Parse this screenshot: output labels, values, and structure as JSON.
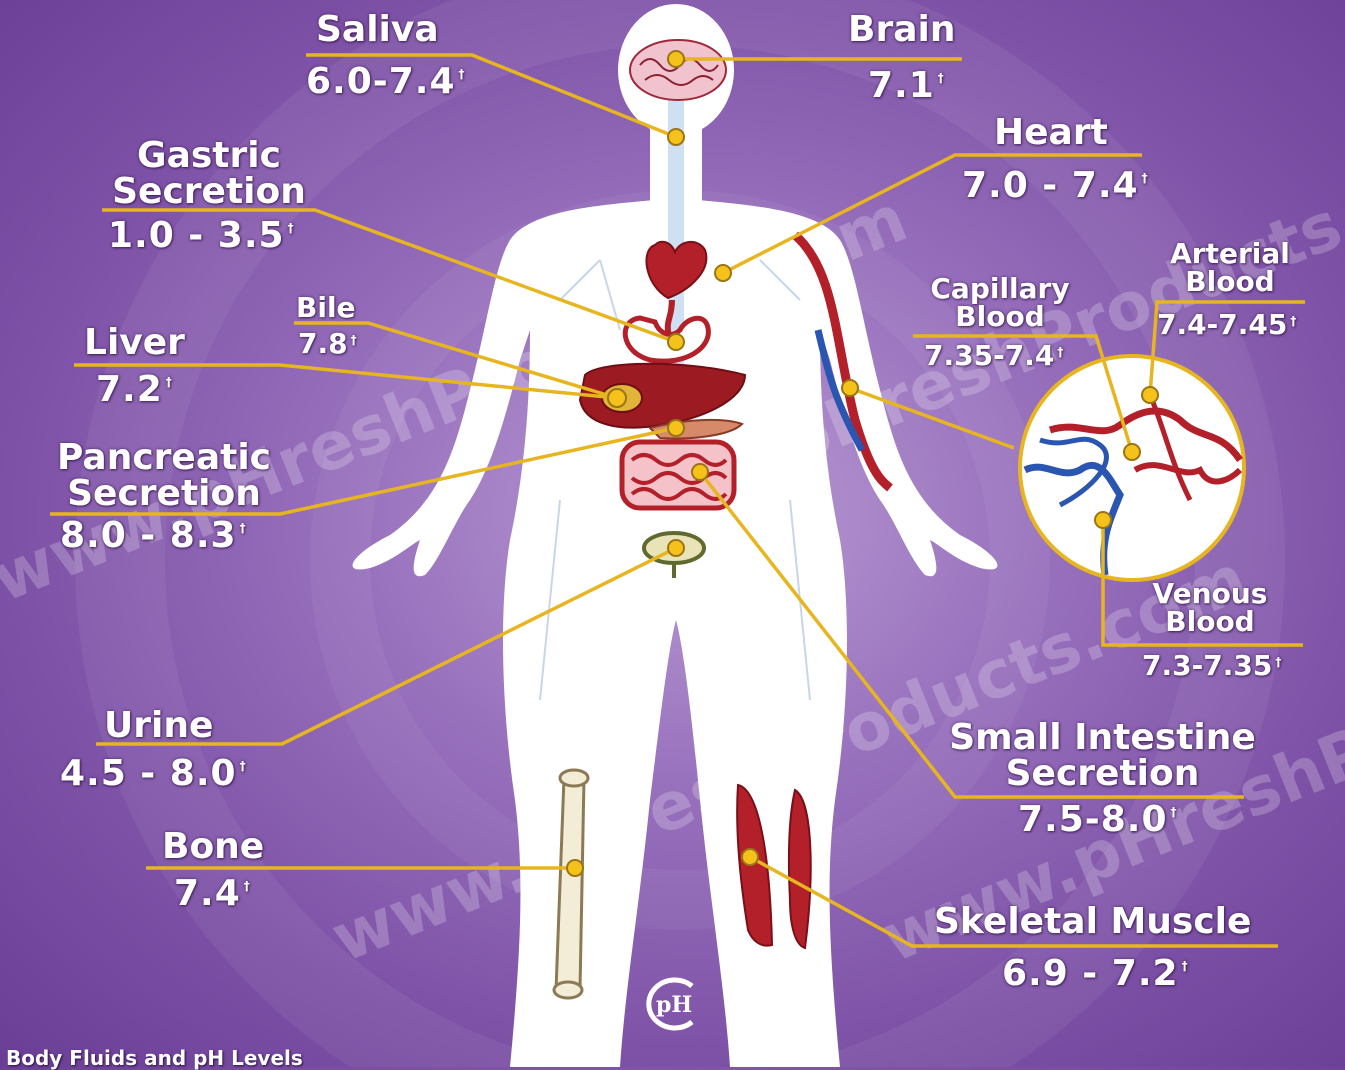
{
  "colors": {
    "background": "#7d51a6",
    "leader_line": "#e7b51f",
    "dot": "#f5c21b",
    "organ_red": "#b3202a",
    "vein_blue": "#2a55b0"
  },
  "labels": {
    "saliva": {
      "name": "Saliva",
      "value": "6.0-7.4"
    },
    "brain": {
      "name": "Brain",
      "value": "7.1"
    },
    "gastric": {
      "name_line1": "Gastric",
      "name_line2": "Secretion",
      "value": "1.0 - 3.5"
    },
    "heart": {
      "name": "Heart",
      "value": "7.0 - 7.4"
    },
    "bile": {
      "name": "Bile",
      "value": "7.8"
    },
    "liver": {
      "name": "Liver",
      "value": "7.2"
    },
    "arterial": {
      "name_line1": "Arterial",
      "name_line2": "Blood",
      "value": "7.4-7.45"
    },
    "capillary": {
      "name_line1": "Capillary",
      "name_line2": "Blood",
      "value": "7.35-7.4"
    },
    "pancreatic": {
      "name_line1": "Pancreatic",
      "name_line2": "Secretion",
      "value": "8.0 - 8.3"
    },
    "venous": {
      "name_line1": "Venous",
      "name_line2": "Blood",
      "value": "7.3-7.35"
    },
    "urine": {
      "name": "Urine",
      "value": "4.5 - 8.0"
    },
    "small_intestine": {
      "name_line1": "Small Intestine",
      "name_line2": "Secretion",
      "value": "7.5-8.0"
    },
    "bone": {
      "name": "Bone",
      "value": "7.4"
    },
    "skeletal_muscle": {
      "name": "Skeletal Muscle",
      "value": "6.9 - 7.2"
    }
  },
  "unit_mark": "†",
  "watermark": "www.pHreshProducts.com",
  "logo_text": "pH",
  "footer": "Body Fluids and pH Levels"
}
